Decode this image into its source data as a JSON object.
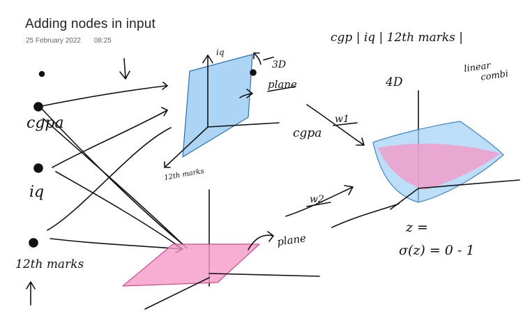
{
  "note": {
    "title": "Adding nodes in input",
    "date": "25 February 2022",
    "time": "08:25"
  },
  "handwriting": {
    "top_header": "cgp | iq | 12th marks |",
    "label_3d": "3D",
    "label_plane_top": "plane",
    "label_4d": "4D",
    "label_linear": "linear",
    "label_combi": "combi",
    "inputs": [
      "cgpa",
      "iq",
      "12th marks"
    ],
    "axis_iq": "iq",
    "axis_cgpa": "cgpa",
    "axis_12th": "12th marks",
    "w1": "w1",
    "w2": "w2",
    "label_plane_bottom": "plane",
    "eq_z": "z =",
    "eq_sigma": "σ(z) = 0 - 1"
  },
  "colors": {
    "ink": "#111111",
    "plane_blue": "#8fc6f2",
    "plane_pink": "#f49ac8"
  }
}
